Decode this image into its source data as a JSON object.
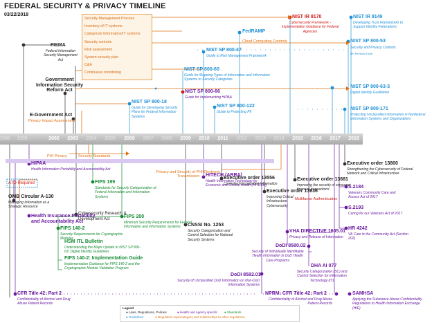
{
  "header": {
    "title": "FEDERAL SECURITY & PRIVACY TIMELINE",
    "date": "03/22/2018"
  },
  "timeline": {
    "years": [
      "1985",
      "1996",
      "2002",
      "2003",
      "2004",
      "2005",
      "2006",
      "2007",
      "2008",
      "2009",
      "2010",
      "2011",
      "2012",
      "2013",
      "2014",
      "2015",
      "2016",
      "2017",
      "2018"
    ]
  },
  "upper": {
    "fisma": {
      "title": "FISMA",
      "sub": "Federal Information Security Management Act"
    },
    "gisra": {
      "title": "Government Information Security Reform Act"
    },
    "egov": {
      "title": "E-Government Act",
      "sub": "Privacy Impact Assessment"
    },
    "menu": [
      "Security Management Process",
      "Inventory of IT systems",
      "Categorize Information/IT systems",
      "Security controls",
      "Risk assessment",
      "System security plan",
      "C&A",
      "Continuous monitoring"
    ],
    "fedramp": {
      "title": "FedRAMP",
      "sub": "Cloud Computing Controls"
    },
    "sp80037": {
      "title": "NIST SP 800-37",
      "sub": "Guide to Risk Management Framework"
    },
    "sp80060": {
      "title": "NIST SP 800-60",
      "sub": "Guide for Mapping Types of Information and Information Systems to Security Categories"
    },
    "sp80018": {
      "title": "NIST SP 800-18",
      "sub": "Guide for Developing Security Plans for Federal Information Systems"
    },
    "sp80066": {
      "title": "NIST SP 800-66",
      "sub": "Guide for Implementing HIPAA"
    },
    "sp800122": {
      "title": "NIST SP 800-122",
      "sub": "Guide to Protecting PII"
    },
    "ir8170": {
      "title": "NIST IR 8170",
      "sub": "Cybersecurity Framework -Implementation Guidance for Federal Agencies"
    },
    "ir8149": {
      "title": "NIST IR 8149",
      "sub": "Developing Trust Frameworks to Support Identity Federations"
    },
    "sp80053": {
      "title": "NIST SP 800-53",
      "sub": "Security and Privacy Controls",
      "note": "5th Revision Draft"
    },
    "sp80063": {
      "title": "NIST SP 800-63-3",
      "sub": "Digital Identity Guidelines"
    },
    "sp800171": {
      "title": "NIST SP 800-171",
      "sub": "Protecting Unclassified Information in Nonfederal Information Systems and Organizations"
    }
  },
  "lower": {
    "phiPrivacy": "PHI Privacy",
    "secStandards": "Security Standards",
    "privacyPhi": "Privacy and Security of PHI Electronic Transmission",
    "hipaa": {
      "title": "HIPAA",
      "sub": "Health Information Portability and Accountability Act"
    },
    "fips199": {
      "title": "FIPS 199",
      "sub": "Standards for Security Categorization of Federal Information and Information Systems"
    },
    "hitech": {
      "title": "HITECH (ARRA)",
      "sub": "Health Information Technology for Economic and Clinical Health (HITECH)"
    },
    "eo13556": {
      "title": "Executive order 13556",
      "sub": "Controlled Unclassified Information"
    },
    "eo13800": {
      "title": "Executive order 13800",
      "sub": "Strengthening the Cybersecurity of Federal Network and Critical Infrastructure"
    },
    "eo13681": {
      "title": "Executive order 13681",
      "sub": "Improving the security of consumer financial transactions",
      "note": "Multifactor Authentication"
    },
    "eo13636": {
      "title": "Executive order 13636",
      "sub": "Improving Critical Infrastructure Cybersecurity"
    },
    "atd": "ATO Required",
    "omb": {
      "title": "OMB Circular A-130",
      "sub": "Managing Information as a Strategic Resource"
    },
    "hipaa2": {
      "title": "Health Insurance Portability and Accountability Act"
    },
    "fips200": {
      "title": "FIPS 200",
      "sub": "Minimum Security Requirements for Federal Information and Information Systems"
    },
    "csrda": {
      "title": "Cybersecurity Research & Development Act"
    },
    "vha": {
      "title": "VHA DIRECTIVE 1605.01",
      "sub": "Privacy and Release of Information"
    },
    "dodi858002": {
      "title": "DoDI 8580.02",
      "sub": "Security of Individually Identifiable Health Information in DoD Health Care Programs"
    },
    "fips1402": {
      "title": "FIPS 140-2",
      "sub": "Security Requirements for Cryptographic Modules"
    },
    "hsm": {
      "title": "HSM ITL Bulletin",
      "sub": "Understanding the Major Update to NIST SP 800-63: Digital Identity Guidelines"
    },
    "fips140guide": {
      "title": "FIPS 140-2: Implementation Guide",
      "sub": "Implementation Guidance for FIPS 140-2 and the Cryptographic Module Validation Program"
    },
    "cnssi": {
      "title": "CNSSI No. 1253",
      "sub": "Security Categorization and Control Selection for National Security Systems"
    },
    "dhaai": {
      "title": "DHA AI 077",
      "sub": "Security Categorization (SC) and Control Selection for Information Technology (IT)"
    },
    "dodi858201": {
      "title": "DoDI 8582.01",
      "sub": "Security of Unclassified DoD Information on Non-DoD Information Systems"
    },
    "s2184": {
      "title": "S.2184",
      "sub": "Veterans Community Care and Access Act of 2017"
    },
    "s2193": {
      "title": "S.2193",
      "sub": "Caring for our Veterans Act of 2017"
    },
    "hr4242": {
      "title": "HR 4242",
      "sub": "VA Care in the Community Act (Section 202)"
    },
    "cfr1": {
      "title": "CFR Title 42: Part 2",
      "sub": "Confidentiality of Alcohol and Drug Abuse Patient Records"
    },
    "nprm": {
      "title": "NPRM: CFR Title 42: Part 2",
      "sub": "Confidentiality of Alcohol and Drug Abuse Patient Records"
    },
    "samhsa": {
      "title": "SAMHSA",
      "sub": "Applying the Substance Abuse Confidentiality Regulations to Health Information Exchange (HIE)"
    }
  },
  "legend": {
    "title": "Legend",
    "items": [
      "Laws, Regulations, Policies",
      "Health and Agency specific",
      "Standards",
      "Guidelines",
      "Regulation topic/category and relationships to other regulations"
    ]
  },
  "colors": {
    "blue": "#1f8fd6",
    "purple": "#6a1aa0",
    "green": "#138a32",
    "orange": "#e07010",
    "red": "#d01818"
  }
}
